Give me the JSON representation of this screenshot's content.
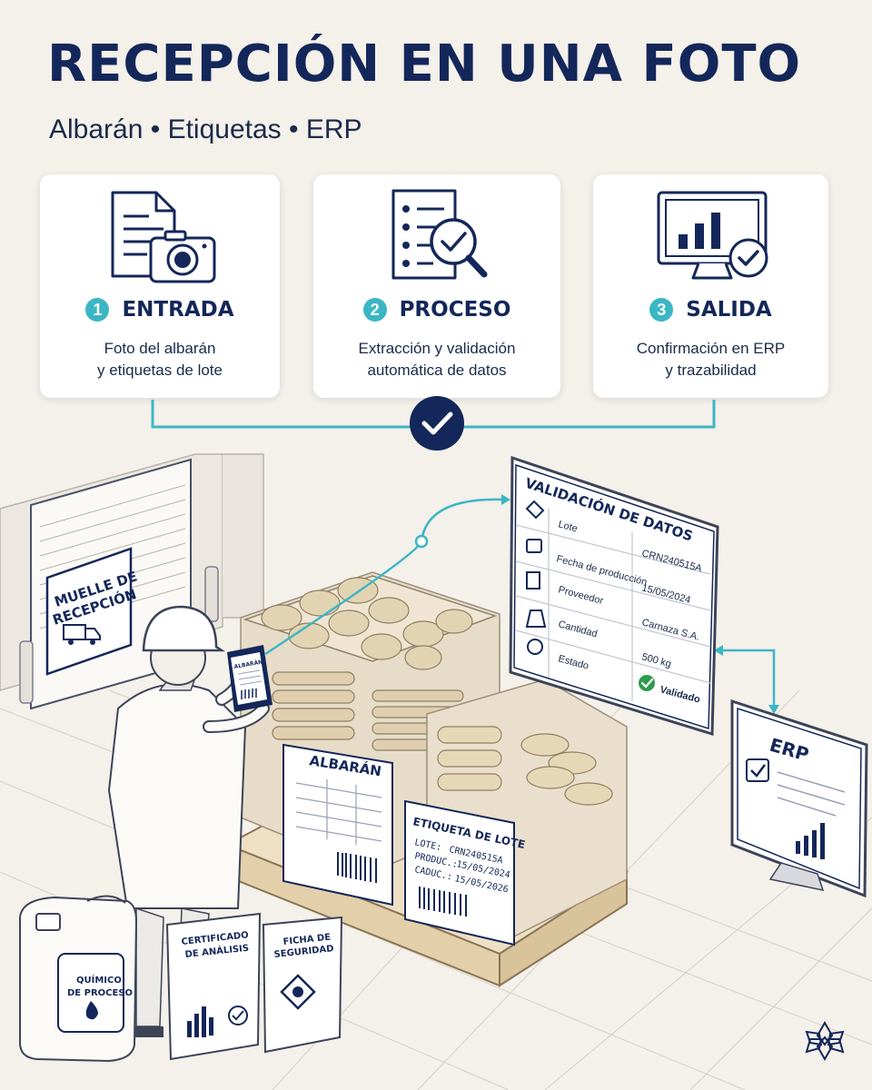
{
  "header": {
    "title": "RECEPCIÓN EN UNA FOTO",
    "subtitle": "Albarán • Etiquetas • ERP"
  },
  "steps": [
    {
      "number": "1",
      "title": "ENTRADA",
      "line1": "Foto del albarán",
      "line2": "y etiquetas de lote",
      "icon": "document-camera-icon"
    },
    {
      "number": "2",
      "title": "PROCESO",
      "line1": "Extracción y validación",
      "line2": "automática de datos",
      "icon": "checklist-magnifier-icon"
    },
    {
      "number": "3",
      "title": "SALIDA",
      "line1": "Confirmación en ERP",
      "line2": "y trazabilidad",
      "icon": "monitor-chart-check-icon"
    }
  ],
  "scene": {
    "dock_sign_line1": "MUELLE DE",
    "dock_sign_line2": "RECEPCIÓN",
    "validation_panel": {
      "title": "VALIDACIÓN DE DATOS",
      "rows": [
        {
          "label": "Lote",
          "value": "",
          "icon": "tag-icon"
        },
        {
          "label": "Fecha de producción",
          "value": "CRN240515A",
          "icon": "calendar-icon"
        },
        {
          "label": "Proveedor",
          "value": "15/05/2024",
          "icon": "building-icon"
        },
        {
          "label": "Cantidad",
          "value": "Carnaza S.A.",
          "icon": "weight-icon"
        },
        {
          "label": "Estado",
          "value": "500 kg",
          "icon": "check-circle-icon"
        }
      ],
      "status": "Validado"
    },
    "erp_label": "ERP",
    "albaran_label": "ALBARÁN",
    "phone_label": "ALBARÁN",
    "lot_label": {
      "title": "ETIQUETA DE LOTE",
      "rows": [
        {
          "k": "LOTE:",
          "v": "CRN240515A"
        },
        {
          "k": "PRODUC.:",
          "v": "15/05/2024"
        },
        {
          "k": "CADUC.:",
          "v": "15/05/2026"
        }
      ]
    },
    "jug_line1": "QUÍMICO",
    "jug_line2": "DE PROCESO",
    "cert_line1": "CERTIFICADO",
    "cert_line2": "DE ANÁLISIS",
    "sheet_line1": "FICHA DE",
    "sheet_line2": "SEGURIDAD"
  },
  "colors": {
    "navy": "#14275a",
    "teal": "#3bb6c4",
    "green": "#2f9a4c",
    "background": "#f4f0ea"
  }
}
